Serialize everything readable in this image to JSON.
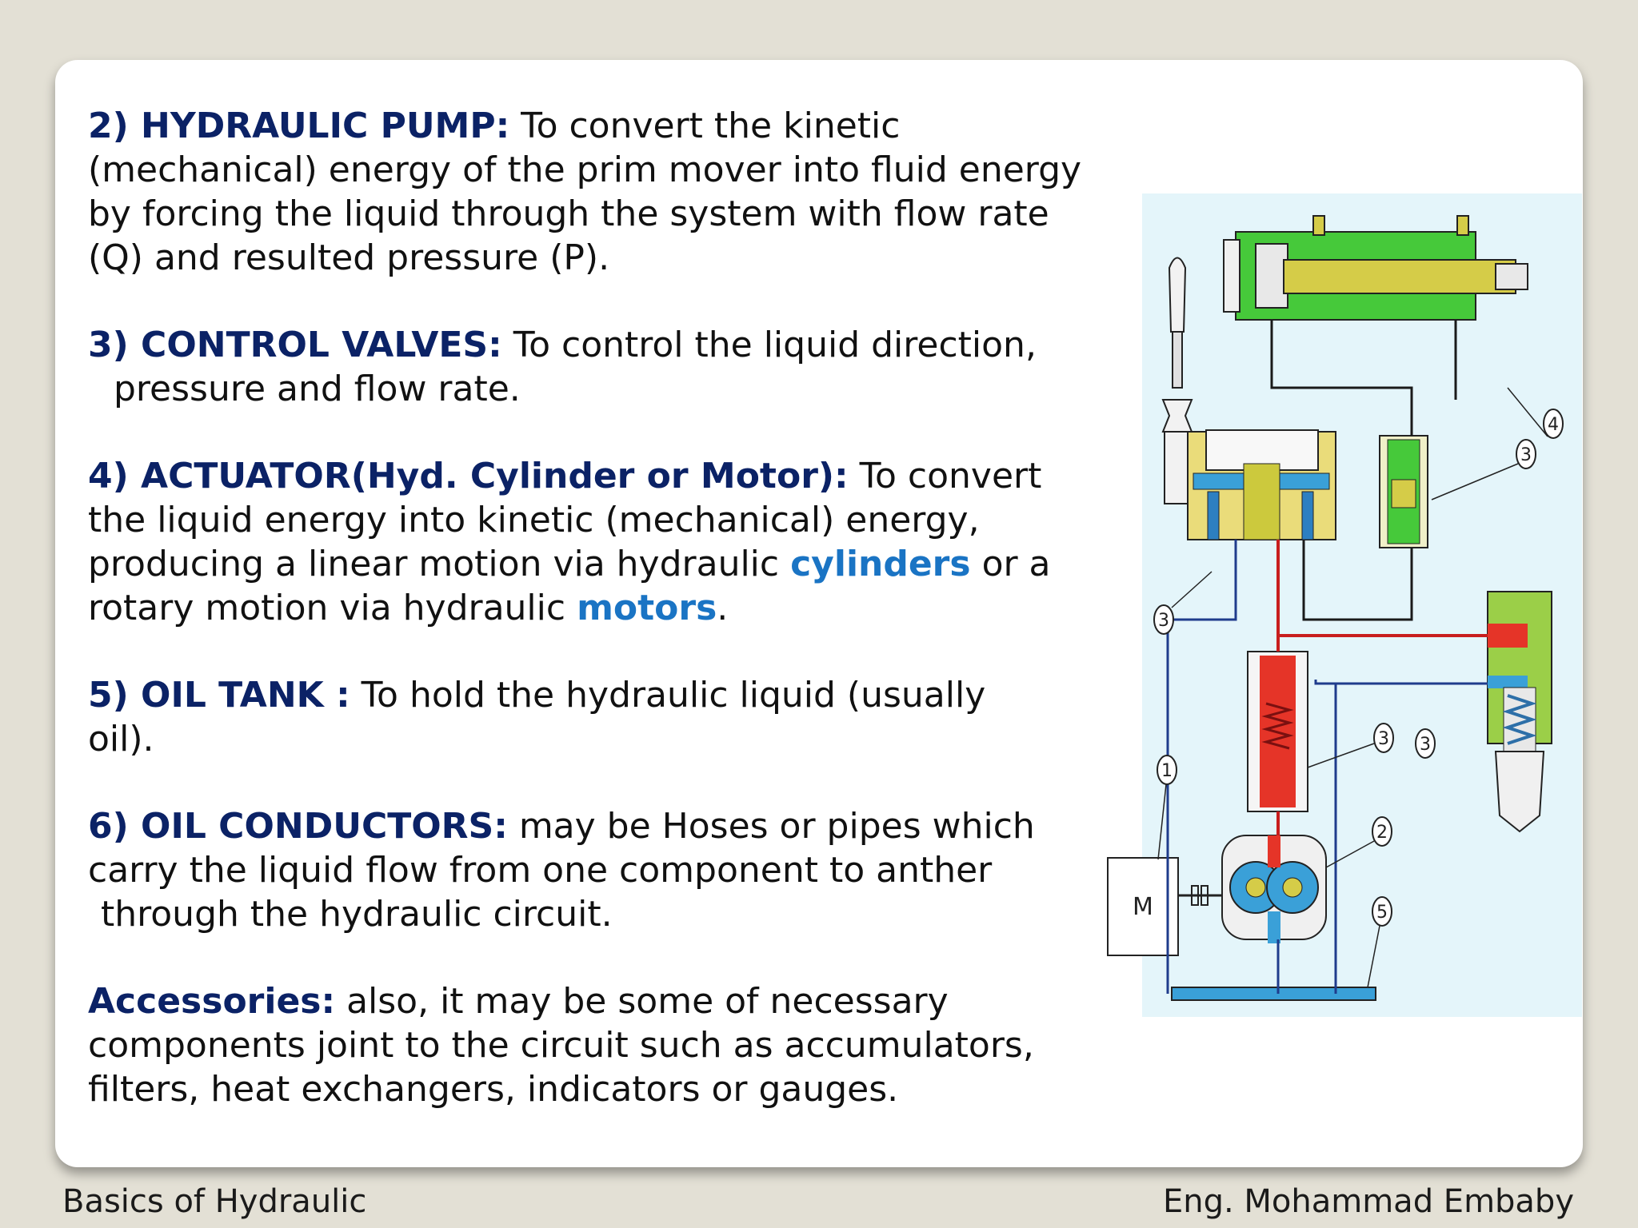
{
  "paragraphs": [
    {
      "head": "2) HYDRAULIC PUMP:",
      "line1": " To convert the kinetic",
      "rest": [
        "(mechanical) energy of the prim mover into fluid energy",
        "by forcing the liquid through the system with flow rate",
        "(Q) and resulted pressure (P)."
      ]
    },
    {
      "head": "3) CONTROL VALVES:",
      "line1": " To control the liquid direction,",
      "rest": [
        "pressure and flow rate."
      ]
    },
    {
      "head": "4) ACTUATOR(Hyd. Cylinder or  Motor):",
      "line1": " To convert",
      "line2": "the liquid energy into kinetic (mechanical) energy,",
      "line3_pre": "producing a linear motion via hydraulic ",
      "line3_hl": "cylinders",
      "line3_post": " or a",
      "line4_pre": "rotary motion via hydraulic ",
      "line4_hl": "motors",
      "line4_post": "."
    },
    {
      "head": "5) OIL TANK :",
      "line1": " To hold the hydraulic liquid  (usually",
      "rest": [
        "oil)."
      ]
    },
    {
      "head": "6) OIL CONDUCTORS:",
      "line1": " may be Hoses or pipes which",
      "rest": [
        "carry the liquid flow from one component to anther",
        "through the hydraulic circuit."
      ]
    },
    {
      "head": "Accessories:",
      "line1": " also, it may be some of necessary",
      "rest": [
        "components joint to the circuit such as accumulators,",
        "filters, heat exchangers, indicators or gauges."
      ]
    }
  ],
  "diagram": {
    "motor_label": "M",
    "callouts": [
      "4",
      "3",
      "3",
      "3",
      "3",
      "1",
      "2",
      "5"
    ]
  },
  "footer": {
    "left": "Basics of Hydraulic",
    "right": "Eng. Mohammad Embaby"
  }
}
